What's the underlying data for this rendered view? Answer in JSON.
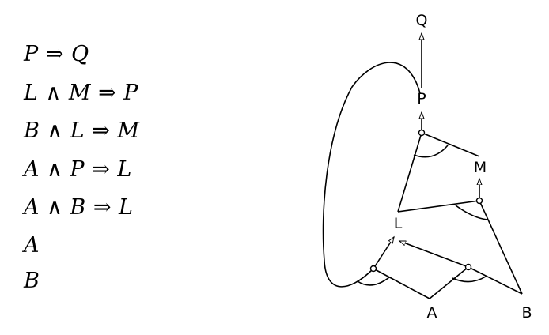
{
  "rules": [
    "P ⇒ Q",
    "L ∧ M ⇒ P",
    "B ∧ L ⇒ M",
    "A ∧ P ⇒ L",
    "A ∧ B ⇒ L",
    "A",
    "B"
  ],
  "nodes": {
    "Q": "Q",
    "P": "P",
    "M": "M",
    "L": "L",
    "A": "A",
    "B": "B"
  }
}
